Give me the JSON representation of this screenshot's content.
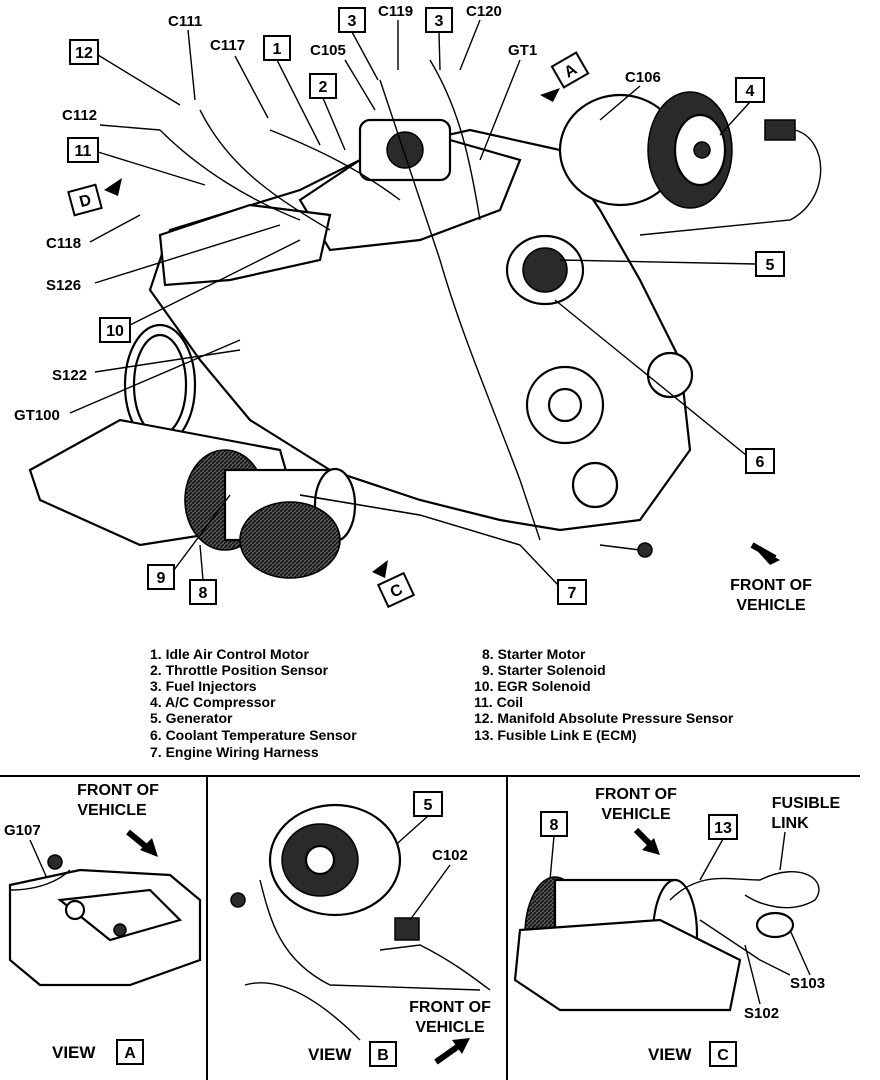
{
  "callouts": {
    "c111": "C111",
    "c117": "C117",
    "c105": "C105",
    "c119": "C119",
    "c120": "C120",
    "gt1": "GT1",
    "c106": "C106",
    "c112": "C112",
    "c118": "C118",
    "s126": "S126",
    "s122": "S122",
    "gt100": "GT100",
    "n1": "1",
    "n2": "2",
    "n3a": "3",
    "n3b": "3",
    "n4": "4",
    "n5": "5",
    "n6": "6",
    "n7": "7",
    "n8": "8",
    "n9": "9",
    "n10": "10",
    "n11": "11",
    "n12": "12",
    "view_a_marker": "A",
    "view_c_marker": "C",
    "view_d_marker": "D"
  },
  "front_main": {
    "line1": "FRONT OF",
    "line2": "VEHICLE"
  },
  "legend": {
    "left": [
      "1.  Idle Air Control Motor",
      "2.  Throttle Position Sensor",
      "3.  Fuel Injectors",
      "4.  A/C Compressor",
      "5.  Generator",
      "6.  Coolant Temperature Sensor",
      "7.  Engine Wiring Harness"
    ],
    "right": [
      "8.  Starter Motor",
      "9.  Starter Solenoid",
      "10.  EGR Solenoid",
      "11.  Coil",
      "12.  Manifold Absolute Pressure Sensor",
      "13.  Fusible Link E (ECM)"
    ]
  },
  "view_a": {
    "front1": "FRONT OF",
    "front2": "VEHICLE",
    "g107": "G107",
    "view_word": "VIEW",
    "letter": "A"
  },
  "view_b": {
    "n5": "5",
    "c102": "C102",
    "front1": "FRONT OF",
    "front2": "VEHICLE",
    "view_word": "VIEW",
    "letter": "B"
  },
  "view_c": {
    "front1": "FRONT OF",
    "front2": "VEHICLE",
    "n8": "8",
    "n13": "13",
    "fusible1": "FUSIBLE",
    "fusible2": "LINK",
    "s103": "S103",
    "s102": "S102",
    "view_word": "VIEW",
    "letter": "C"
  }
}
